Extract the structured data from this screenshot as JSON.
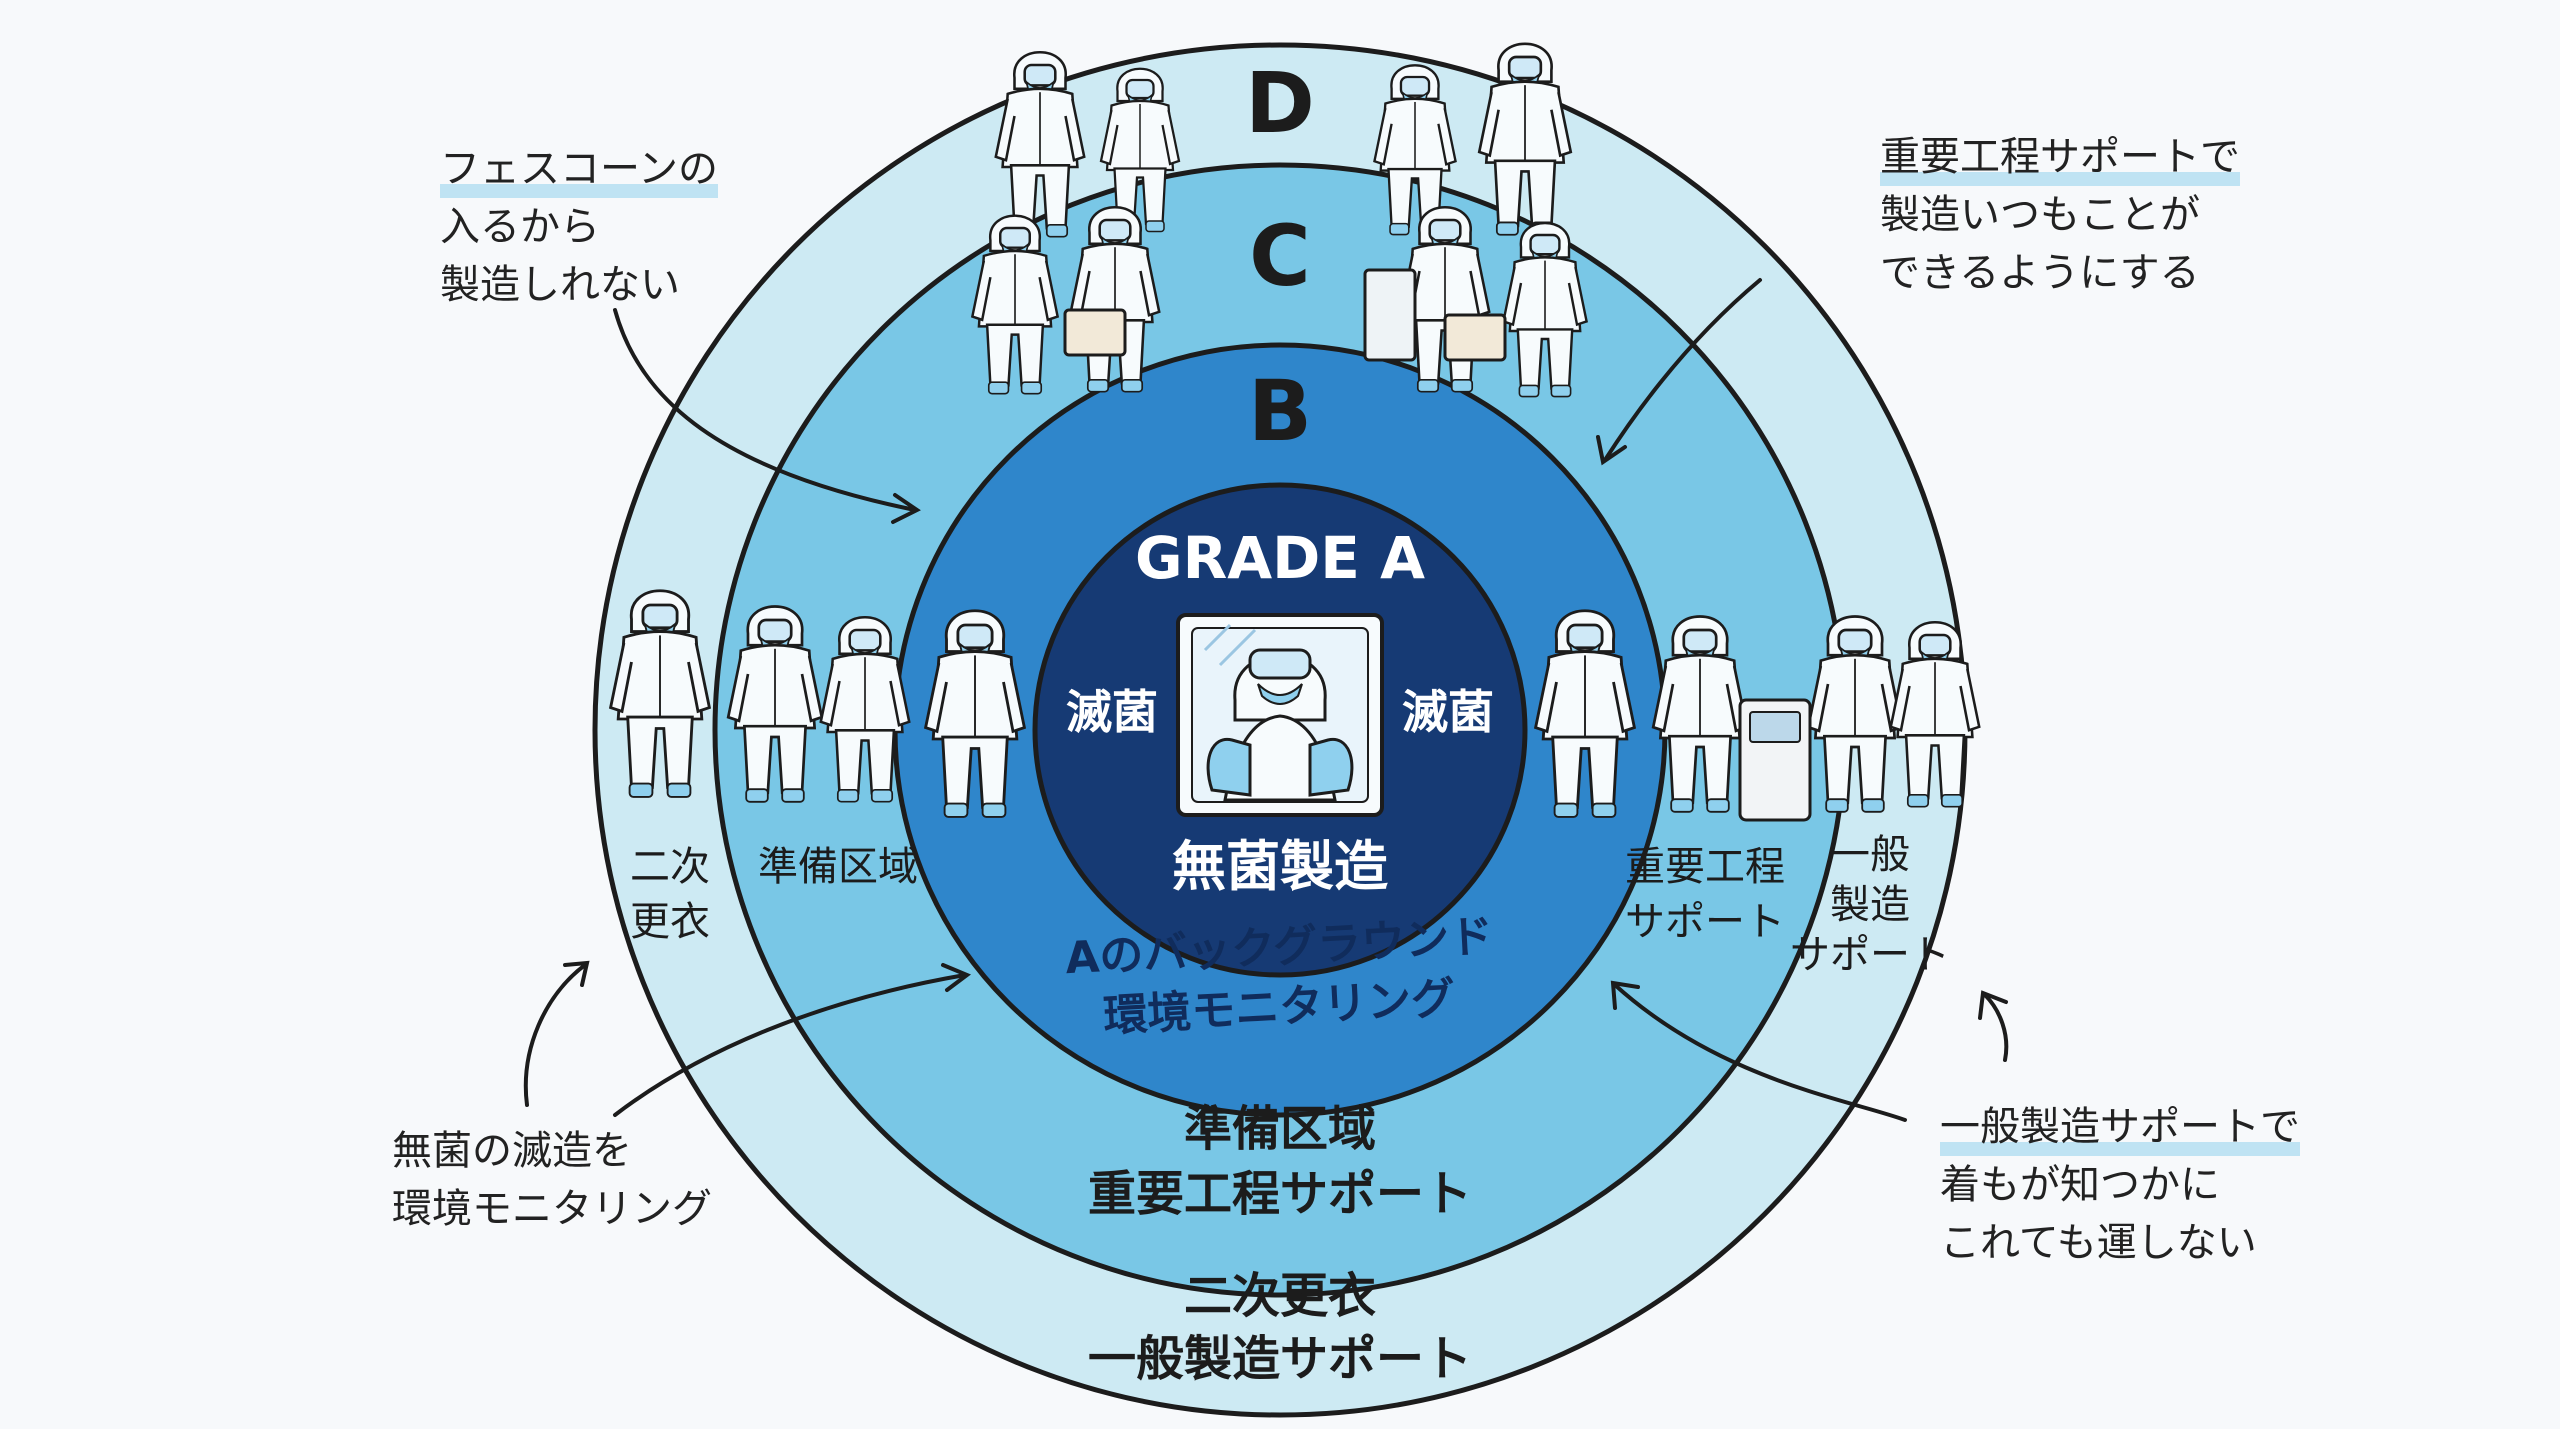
{
  "rings": {
    "d_letter": "D",
    "c_letter": "C",
    "b_letter": "B",
    "a_title": "GRADE A",
    "a_left_label": "滅菌",
    "a_right_label": "滅菌",
    "a_center_label": "無菌製造",
    "b_caption": [
      "Aのバックグラウンド",
      "環境モニタリング"
    ],
    "c_caption": [
      "準備区域",
      "重要工程サポート"
    ],
    "d_caption": [
      "二次更衣",
      "一般製造サポート"
    ],
    "label_d_left": [
      "二次",
      "更衣"
    ],
    "label_c_left": "準備区域",
    "label_c_right": [
      "重要工程",
      "サポート"
    ],
    "label_d_right": [
      "一般",
      "製造",
      "サポート"
    ]
  },
  "notes": {
    "top_left": [
      "フェスコーンの",
      "入るから",
      "製造しれない"
    ],
    "top_right": [
      "重要工程サポートで",
      "製造いつもことが",
      "できるようにする"
    ],
    "bottom_left": [
      "無菌の滅造を",
      "環境モニタリング"
    ],
    "bottom_right": [
      "一般製造サポートで",
      "着もが知つかに",
      "これても運しない"
    ]
  },
  "colors": {
    "ring_d": "#cdeaf3",
    "ring_c": "#79c7e6",
    "ring_b": "#2f86cb",
    "ring_a": "#163a74",
    "ink": "#1c1c1c",
    "highlight": "#bfe3f3"
  },
  "icons": [
    "cleanroom-worker-icon",
    "isolator-glovebox-icon",
    "equipment-console-icon",
    "arrow-icon"
  ]
}
